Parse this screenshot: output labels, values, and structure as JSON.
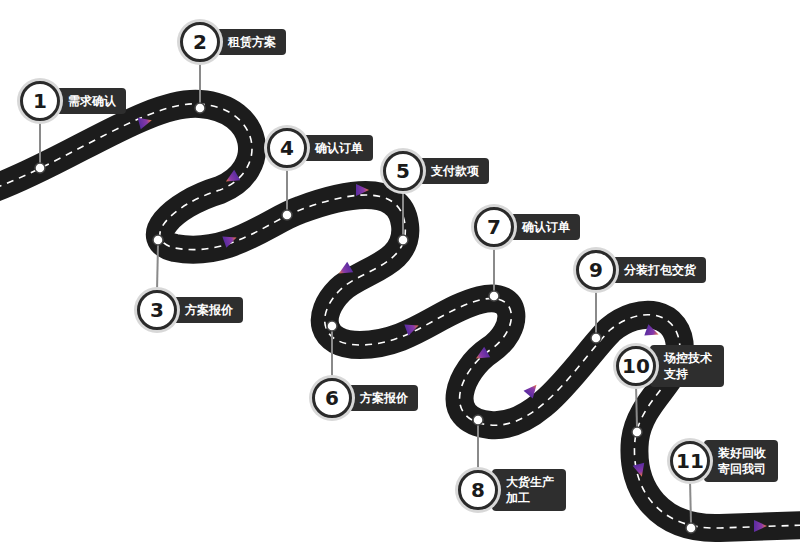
{
  "diagram": {
    "nodes": [
      {
        "text": [
          "1",
          "需求确认"
        ]
      },
      {
        "text": [
          "2",
          "租赁方案"
        ]
      },
      {
        "text": [
          "3",
          "方案报价"
        ]
      },
      {
        "text": [
          "4",
          "确认订单"
        ]
      },
      {
        "text": [
          "5",
          "支付款项"
        ]
      },
      {
        "text": [
          "6",
          "方案报价"
        ]
      },
      {
        "text": [
          "7",
          "确认订单"
        ]
      },
      {
        "text": [
          "8",
          "大货生产 加工"
        ]
      },
      {
        "text": [
          "9",
          "分装打包交货"
        ]
      },
      {
        "text": [
          "10",
          "场控技术 支持"
        ]
      },
      {
        "text": [
          "11",
          "装好回收 寄回我司"
        ]
      }
    ]
  }
}
